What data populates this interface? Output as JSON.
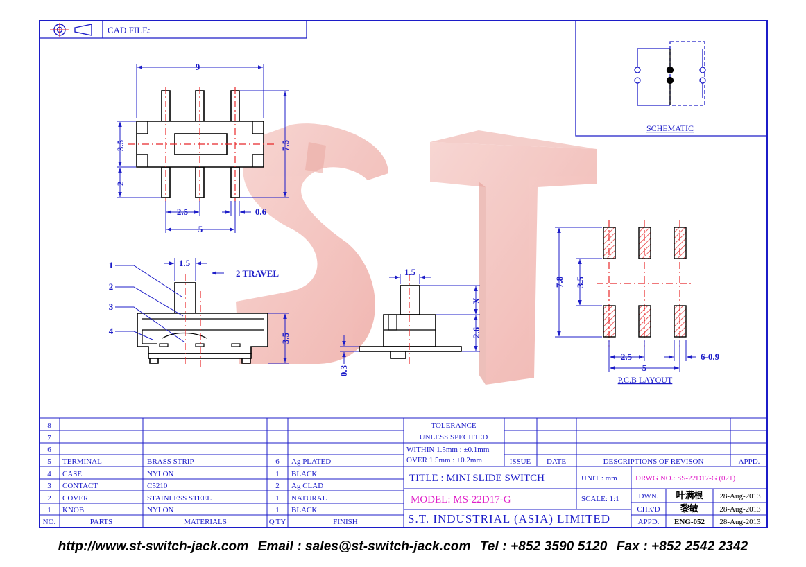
{
  "header": {
    "cad_label": "CAD FILE:"
  },
  "schematic": {
    "caption": "SCHEMATIC"
  },
  "top_view": {
    "dim_width": "9",
    "dim_body_h": "3.5",
    "dim_overall_h": "7.5",
    "dim_pin_len": "2",
    "dim_pitch": "2.5",
    "dim_pin_w": "0.6",
    "dim_span": "5"
  },
  "side_view": {
    "callouts": [
      "1",
      "2",
      "3",
      "4"
    ],
    "dim_knob_w": "1.5",
    "travel_label": "2 TRAVEL",
    "dim_height": "3.5"
  },
  "end_view": {
    "dim_knob_w": "1.5",
    "dim_x": "X",
    "dim_body": "2.6",
    "dim_base": "0.3"
  },
  "pcb": {
    "dim_overall": "7.8",
    "dim_row": "3.5",
    "dim_pitch": "2.5",
    "dim_span": "5",
    "dim_pad": "6-0.9",
    "caption": "P.C.B LAYOUT"
  },
  "watermark": {
    "text": "ST"
  },
  "bom": {
    "empty_rows": [
      "8",
      "7",
      "6"
    ],
    "rows": [
      {
        "no": "5",
        "part": "TERMINAL",
        "material": "BRASS STRIP",
        "qty": "6",
        "finish": "Ag PLATED"
      },
      {
        "no": "4",
        "part": "CASE",
        "material": "NYLON",
        "qty": "1",
        "finish": "BLACK"
      },
      {
        "no": "3",
        "part": "CONTACT",
        "material": "C5210",
        "qty": "2",
        "finish": "Ag CLAD"
      },
      {
        "no": "2",
        "part": "COVER",
        "material": "STAINLESS STEEL",
        "qty": "1",
        "finish": "NATURAL"
      },
      {
        "no": "1",
        "part": "KNOB",
        "material": "NYLON",
        "qty": "1",
        "finish": "BLACK"
      }
    ],
    "headers": {
      "no": "NO.",
      "parts": "PARTS",
      "materials": "MATERIALS",
      "qty": "Q'TY",
      "finish": "FINISH"
    }
  },
  "tolerance": {
    "line1": "TOLERANCE",
    "line2": "UNLESS  SPECIFIED",
    "within": "WITHIN  1.5mm : ±0.1mm",
    "over": "OVER    1.5mm : ±0.2mm"
  },
  "revision": {
    "issue": "ISSUE",
    "date": "DATE",
    "desc": "DESCRIPTIONS OF REVISON",
    "appd": "APPD."
  },
  "title_block": {
    "title": "TITLE : MINI SLIDE SWITCH",
    "model": "MODEL: MS-22D17-G",
    "company": "S.T. INDUSTRIAL (ASIA) LIMITED",
    "unit_label": "UNIT :  mm",
    "scale_label": "SCALE:  1:1",
    "drwg_no": "DRWG NO.: SS-22D17-G (021)",
    "dwn_label": "DWN.",
    "dwn_name": "叶满根",
    "dwn_date": "28-Aug-2013",
    "chk_label": "CHK'D",
    "chk_name": "黎敏",
    "chk_date": "28-Aug-2013",
    "appd_label": "APPD.",
    "appd_name": "ENG-052",
    "appd_date": "28-Aug-2013"
  },
  "colors": {
    "blue": "#1c1cc8",
    "red": "#e8282a",
    "magenta": "#e020c8",
    "watermark": "#f2bcb8"
  },
  "footer": {
    "url": "http://www.st-switch-jack.com",
    "email": "Email : sales@st-switch-jack.com",
    "tel": "Tel : +852 3590 5120",
    "fax": "Fax : +852 2542 2342"
  }
}
